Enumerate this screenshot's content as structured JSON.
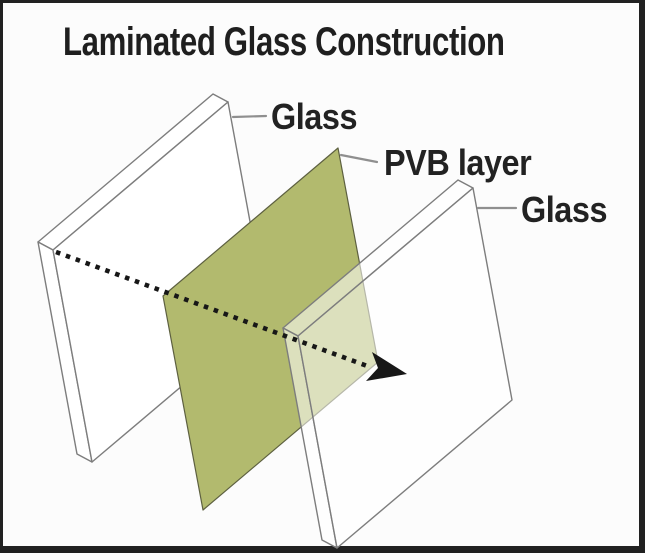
{
  "title": "Laminated Glass Construction",
  "diagram": {
    "labels": {
      "glass_left": "Glass",
      "pvb": "PVB layer",
      "glass_right": "Glass"
    },
    "colors": {
      "pvb_fill": "#b2ba6e",
      "pvb_overlap_seen": "#dde0ba",
      "glass_outline": "#7d7d7d",
      "arrow": "#171717",
      "leader_line": "#8f8f8f",
      "text": "#1f1f1f",
      "background": "#fcfcfc",
      "frame_border": "#212121"
    }
  }
}
